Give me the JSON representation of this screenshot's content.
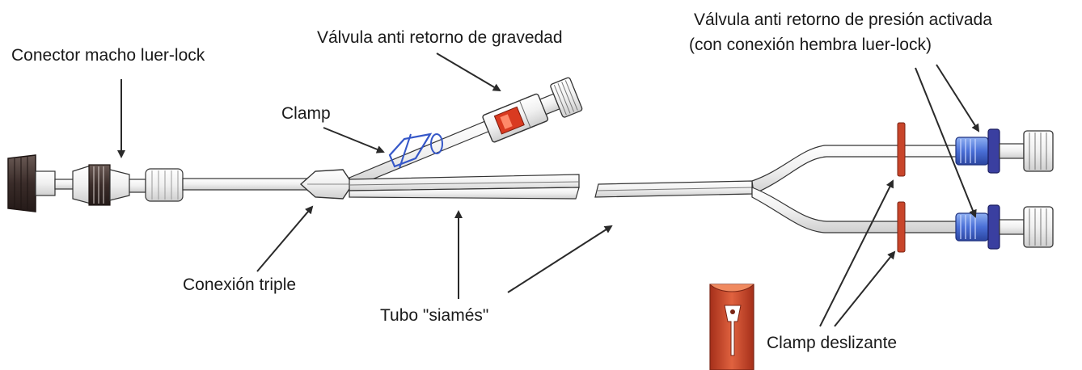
{
  "labels": {
    "conector_macho": "Conector macho luer-lock",
    "valvula_gravedad": "Válvula anti retorno de gravedad",
    "clamp": "Clamp",
    "valvula_presion_line1": "Válvula anti retorno de presión activada",
    "valvula_presion_line2": "(con conexión hembra luer-lock)",
    "conexion_triple": "Conexión triple",
    "tubo_siames": "Tubo \"siamés\"",
    "clamp_deslizante": "Clamp deslizante"
  },
  "colors": {
    "tube_outline": "#333333",
    "tube_fill": "#f2f2f2",
    "clamp_red": "#c8452a",
    "valve_blue": "#4a6fd6",
    "valve_red_core": "#d93a20",
    "connector_dark": "#4a3a36",
    "arrow": "#2a2a2a",
    "text": "#1a1a1a"
  }
}
